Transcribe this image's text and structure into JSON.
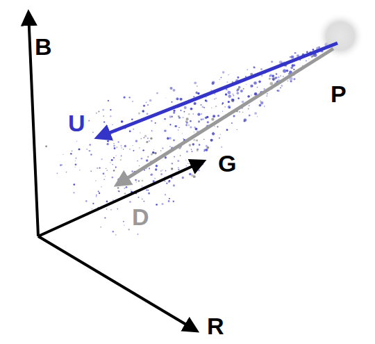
{
  "diagram": {
    "labels": [
      "B",
      "G",
      "R",
      "P",
      "U",
      "D"
    ]
  }
}
